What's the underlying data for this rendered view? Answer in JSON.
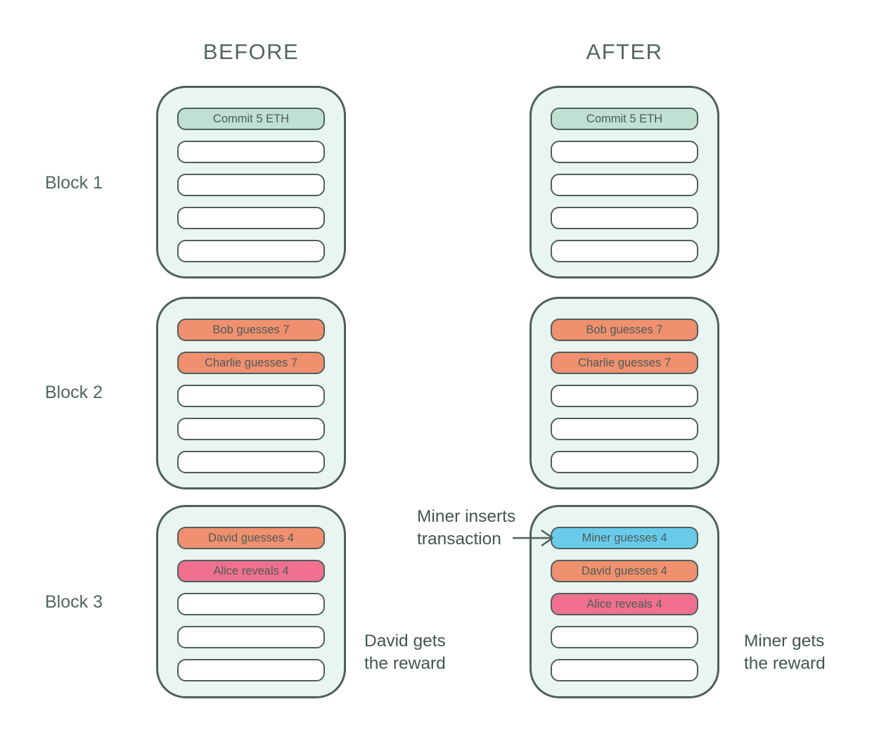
{
  "header": {
    "before_title": "BEFORE",
    "after_title": "AFTER"
  },
  "row_labels": [
    "Block 1",
    "Block 2",
    "Block 3"
  ],
  "columns": {
    "before": {
      "title": "BEFORE",
      "blocks": [
        {
          "name": "Block 1",
          "slots": [
            {
              "type": "commit",
              "label": "Commit 5 ETH"
            },
            {
              "type": "empty",
              "label": ""
            },
            {
              "type": "empty",
              "label": ""
            },
            {
              "type": "empty",
              "label": ""
            },
            {
              "type": "empty",
              "label": ""
            }
          ]
        },
        {
          "name": "Block 2",
          "slots": [
            {
              "type": "guess",
              "label": "Bob guesses 7"
            },
            {
              "type": "guess",
              "label": "Charlie guesses 7"
            },
            {
              "type": "empty",
              "label": ""
            },
            {
              "type": "empty",
              "label": ""
            },
            {
              "type": "empty",
              "label": ""
            }
          ]
        },
        {
          "name": "Block 3",
          "slots": [
            {
              "type": "guess",
              "label": "David guesses 4"
            },
            {
              "type": "reveal",
              "label": "Alice reveals 4"
            },
            {
              "type": "empty",
              "label": ""
            },
            {
              "type": "empty",
              "label": ""
            },
            {
              "type": "empty",
              "label": ""
            }
          ]
        }
      ]
    },
    "after": {
      "title": "AFTER",
      "blocks": [
        {
          "name": "Block 1",
          "slots": [
            {
              "type": "commit",
              "label": "Commit 5 ETH"
            },
            {
              "type": "empty",
              "label": ""
            },
            {
              "type": "empty",
              "label": ""
            },
            {
              "type": "empty",
              "label": ""
            },
            {
              "type": "empty",
              "label": ""
            }
          ]
        },
        {
          "name": "Block 2",
          "slots": [
            {
              "type": "guess",
              "label": "Bob guesses 7"
            },
            {
              "type": "guess",
              "label": "Charlie guesses 7"
            },
            {
              "type": "empty",
              "label": ""
            },
            {
              "type": "empty",
              "label": ""
            },
            {
              "type": "empty",
              "label": ""
            }
          ]
        },
        {
          "name": "Block 3",
          "slots": [
            {
              "type": "miner",
              "label": "Miner guesses 4"
            },
            {
              "type": "guess",
              "label": "David guesses 4"
            },
            {
              "type": "reveal",
              "label": "Alice reveals 4"
            },
            {
              "type": "empty",
              "label": ""
            },
            {
              "type": "empty",
              "label": ""
            }
          ]
        }
      ]
    }
  },
  "annotations": {
    "miner_inserts_line1": "Miner inserts",
    "miner_inserts_line2": "transaction",
    "david_reward_line1": "David gets",
    "david_reward_line2": "the reward",
    "miner_reward_line1": "Miner gets",
    "miner_reward_line2": "the reward"
  },
  "icons": {
    "arrow": "right-arrow-icon"
  },
  "colors": {
    "background": "#ffffff",
    "block_fill": "#e9f5f1",
    "block_border": "#4f5f5b",
    "commit_pill": "#bfe0d2",
    "guess_pill": "#f0906e",
    "reveal_pill": "#f1708f",
    "miner_pill": "#69cbea",
    "empty_pill": "#ffffff",
    "text": "#4c5c58",
    "title_text": "#566461",
    "annotation_text": "#46554f"
  }
}
